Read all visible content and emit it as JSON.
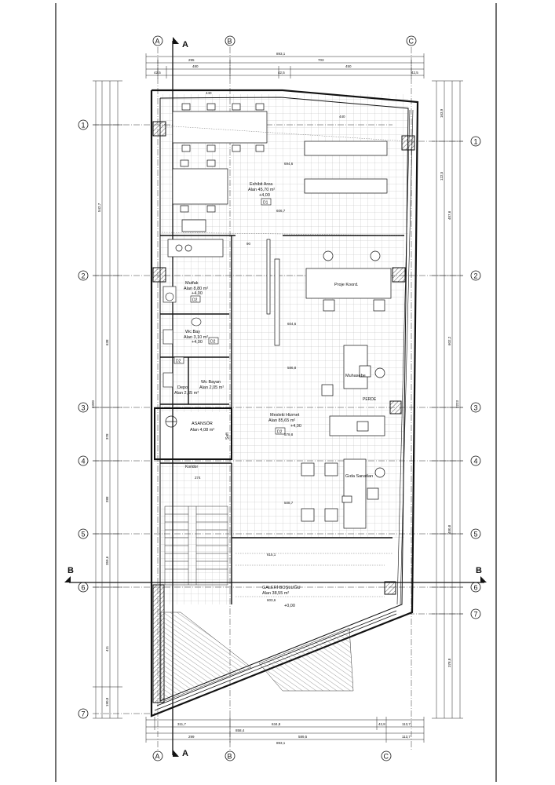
{
  "axes_letter": [
    "A",
    "B",
    "C"
  ],
  "axes_number": [
    "1",
    "2",
    "3",
    "4",
    "5",
    "6",
    "7"
  ],
  "section_marks": {
    "a": "A",
    "b": "B"
  },
  "dimensions": {
    "top_total": "893,1",
    "top_a": "295",
    "top_b": "703",
    "top_c1": "42,5",
    "top_c2": "480",
    "top_c3": "42,5",
    "top_c4": "450",
    "top_c5": "42,5",
    "bottom_1": "311,7",
    "bottom_2": "634,8",
    "bottom_3": "42,8",
    "bottom_4": "113,7",
    "bottom_5": "858,4",
    "bottom_6": "299",
    "bottom_7": "589,5",
    "bottom_8": "113,7",
    "bottom_total": "893,1",
    "left_total": "2330",
    "right_total": "2223"
  },
  "rooms": {
    "exhibit_name": "Exhibit Area",
    "exhibit_area": "Alan 45,70 m²",
    "exhibit_level": "+4,00",
    "kitchen_name": "Mutfak",
    "kitchen_area": "Alan 8,80 m²",
    "kitchen_level": "+4,00",
    "wc_bay_name": "Wc Bay",
    "wc_bay_area": "Alan 3,10 m²",
    "wc_bay_level": "+4,00",
    "wc_bayan_name": "Wc Bayan",
    "wc_bayan_area": "Alan 2,05 m²",
    "store_name": "Depo",
    "store_area": "Alan 2,65 m²",
    "elevator_name": "ASANSÖR",
    "elevator_area": "Alan 4,08 m²",
    "shaft_label": "Şaft",
    "project_name": "Proje Koord.",
    "accounting_name": "Muhasebe",
    "office_name": "Mesleki Hizmet",
    "office_area": "Alan 85,65 m²",
    "office_level": "+4,00",
    "food_name": "Gıda Sanatları",
    "gallery_name": "GALERİ BOŞLUĞU",
    "gallery_area": "Alan 38,55 m²",
    "gallery_level": "+0,00",
    "corridor_label": "Koridor",
    "note_label": "PERDE"
  },
  "tags": {
    "d1": "D1",
    "d2": "D2",
    "d3": "D2",
    "d4": "D2",
    "d5": "D2"
  },
  "inner_dims": {
    "i1": "440",
    "i2": "440",
    "i3": "694,6",
    "i4": "606,7",
    "i5": "604,6",
    "i6": "586,8",
    "i7": "579,8",
    "i8": "508,7",
    "i9": "615,1",
    "i10": "603,6",
    "i11": "274",
    "i12": "90"
  },
  "side_dims": {
    "l1": "542,7",
    "l2": "638",
    "l3": "378",
    "l4": "388",
    "l5": "359,6",
    "l6": "411",
    "l7": "190,8",
    "r1": "163,9",
    "r2": "122,5",
    "r3": "407,6",
    "r4": "602,2",
    "r5": "400,8",
    "r6": "378,8"
  }
}
